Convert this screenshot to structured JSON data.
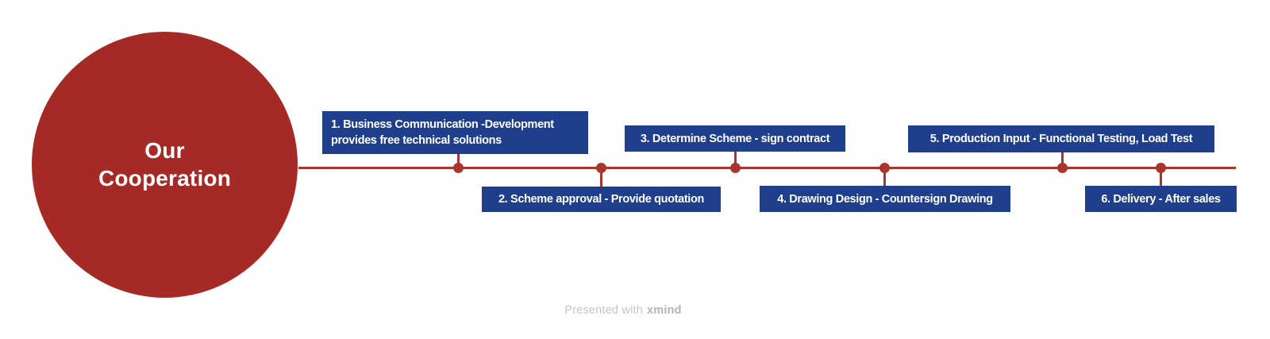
{
  "colors": {
    "red": "#a52a26",
    "line_red": "#a9352c",
    "navy": "#1f3e8c",
    "text_white": "#ffffff",
    "footer_gray": "#c6c6c6",
    "footer_brand_gray": "#b5b5b5"
  },
  "circle": {
    "title": "Our Cooperation"
  },
  "timeline": {
    "steps": [
      {
        "label": "1. Business Communication -Development provides free technical solutions",
        "position": "above"
      },
      {
        "label": "2. Scheme approval - Provide quotation",
        "position": "below"
      },
      {
        "label": "3. Determine Scheme - sign contract",
        "position": "above"
      },
      {
        "label": "4. Drawing Design - Countersign Drawing",
        "position": "below"
      },
      {
        "label": "5. Production Input - Functional Testing, Load Test",
        "position": "above"
      },
      {
        "label": "6. Delivery - After sales",
        "position": "below"
      }
    ]
  },
  "footer": {
    "prefix": "Presented with",
    "brand": "xmind"
  }
}
